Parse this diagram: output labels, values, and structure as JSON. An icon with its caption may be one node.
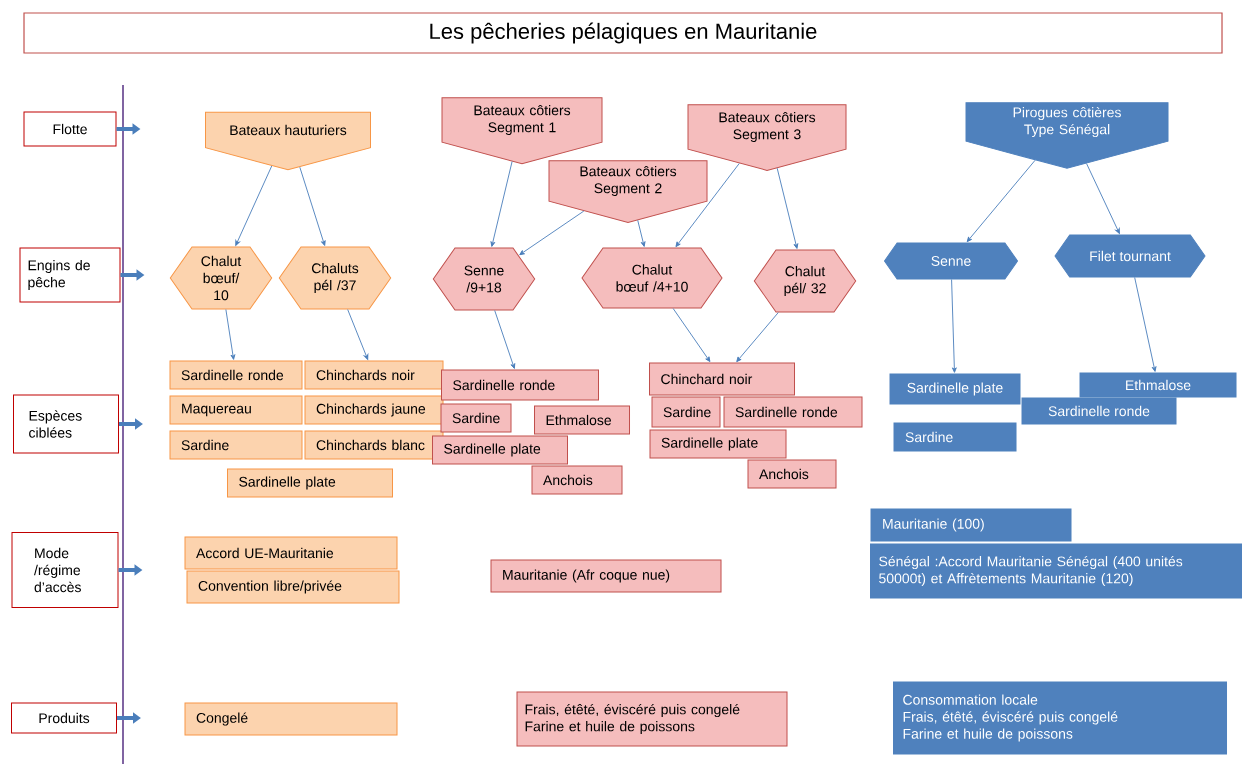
{
  "diagram": {
    "title": "Les pêcheries pélagiques en Mauritanie",
    "nodes": [
      {
        "text": [
          "Flotte"
        ]
      },
      {
        "text": [
          "Engins de pêche"
        ]
      },
      {
        "text": [
          "Espèces ciblées"
        ]
      },
      {
        "text": [
          "Mode /régime d’accès"
        ]
      },
      {
        "text": [
          "Produits"
        ]
      },
      {
        "text": [
          "Bateaux hauturiers"
        ]
      },
      {
        "text": [
          "Bateaux côtiers Segment 1"
        ]
      },
      {
        "text": [
          "Bateaux côtiers Segment 2"
        ]
      },
      {
        "text": [
          "Bateaux côtiers Segment 3"
        ]
      },
      {
        "text": [
          "Pirogues côtières Type Sénégal"
        ]
      },
      {
        "text": [
          "Chalut bœuf/ 10"
        ]
      },
      {
        "text": [
          "Chaluts pél /37"
        ]
      },
      {
        "text": [
          "Senne /9+18"
        ]
      },
      {
        "text": [
          "Chalut bœuf /4+10"
        ]
      },
      {
        "text": [
          "Chalut pél/ 32"
        ]
      },
      {
        "text": [
          "Senne"
        ]
      },
      {
        "text": [
          "Filet tournant"
        ]
      },
      {
        "text": [
          "Sardinelle ronde"
        ]
      },
      {
        "text": [
          "Chinchards noir"
        ]
      },
      {
        "text": [
          "Maquereau"
        ]
      },
      {
        "text": [
          "Chinchards jaune"
        ]
      },
      {
        "text": [
          "Sardine"
        ]
      },
      {
        "text": [
          "Chinchards blanc"
        ]
      },
      {
        "text": [
          "Sardinelle plate"
        ]
      },
      {
        "text": [
          "Sardinelle ronde"
        ]
      },
      {
        "text": [
          "Sardine"
        ]
      },
      {
        "text": [
          "Ethmalose"
        ]
      },
      {
        "text": [
          "Sardinelle plate"
        ]
      },
      {
        "text": [
          "Anchois"
        ]
      },
      {
        "text": [
          "Chinchard noir"
        ]
      },
      {
        "text": [
          "Sardine"
        ]
      },
      {
        "text": [
          "Sardinelle ronde"
        ]
      },
      {
        "text": [
          "Sardinelle plate"
        ]
      },
      {
        "text": [
          "Anchois"
        ]
      },
      {
        "text": [
          "Sardinelle plate"
        ]
      },
      {
        "text": [
          "Ethmalose"
        ]
      },
      {
        "text": [
          "Sardinelle ronde"
        ]
      },
      {
        "text": [
          "Sardine"
        ]
      },
      {
        "text": [
          "Accord UE-Mauritanie"
        ]
      },
      {
        "text": [
          "Convention libre/privée"
        ]
      },
      {
        "text": [
          "Mauritanie (Afr coque nue)"
        ]
      },
      {
        "text": [
          "Mauritanie (100)"
        ]
      },
      {
        "text": [
          "Sénégal :Accord Mauritanie Sénégal (400 unités 50000t) et Affrètements Mauritanie (120)"
        ]
      },
      {
        "text": [
          "Congelé"
        ]
      },
      {
        "text": [
          "Frais, étêté, éviscéré puis congelé",
          "Farine et huile de poissons"
        ]
      },
      {
        "text": [
          "Consommation locale",
          "Frais, étêté, éviscéré puis congelé",
          "Farine et huile de poissons"
        ]
      }
    ],
    "edges": [
      {
        "from": 0,
        "to": null,
        "arrow": "to",
        "style": "thick"
      },
      {
        "from": 1,
        "to": null,
        "arrow": "to",
        "style": "thick"
      },
      {
        "from": 2,
        "to": null,
        "arrow": "to",
        "style": "thick"
      },
      {
        "from": 3,
        "to": null,
        "arrow": "to",
        "style": "thick"
      },
      {
        "from": 4,
        "to": null,
        "arrow": "to",
        "style": "thick"
      },
      {
        "from": 5,
        "to": 10,
        "arrow": "to"
      },
      {
        "from": 5,
        "to": 11,
        "arrow": "to"
      },
      {
        "from": 6,
        "to": 12,
        "arrow": "to"
      },
      {
        "from": 7,
        "to": 12,
        "arrow": "to"
      },
      {
        "from": 7,
        "to": 13,
        "arrow": "to"
      },
      {
        "from": 8,
        "to": 13,
        "arrow": "to"
      },
      {
        "from": 8,
        "to": 14,
        "arrow": "to"
      },
      {
        "from": 9,
        "to": 15,
        "arrow": "to"
      },
      {
        "from": 9,
        "to": 16,
        "arrow": "to"
      },
      {
        "from": 10,
        "to": 17,
        "arrow": "to"
      },
      {
        "from": 11,
        "to": 18,
        "arrow": "to"
      },
      {
        "from": 12,
        "to": 24,
        "arrow": "to"
      },
      {
        "from": 13,
        "to": 29,
        "arrow": "to"
      },
      {
        "from": 14,
        "to": 29,
        "arrow": "to"
      },
      {
        "from": 15,
        "to": 34,
        "arrow": "to"
      },
      {
        "from": 16,
        "to": 35,
        "arrow": "to"
      }
    ]
  }
}
